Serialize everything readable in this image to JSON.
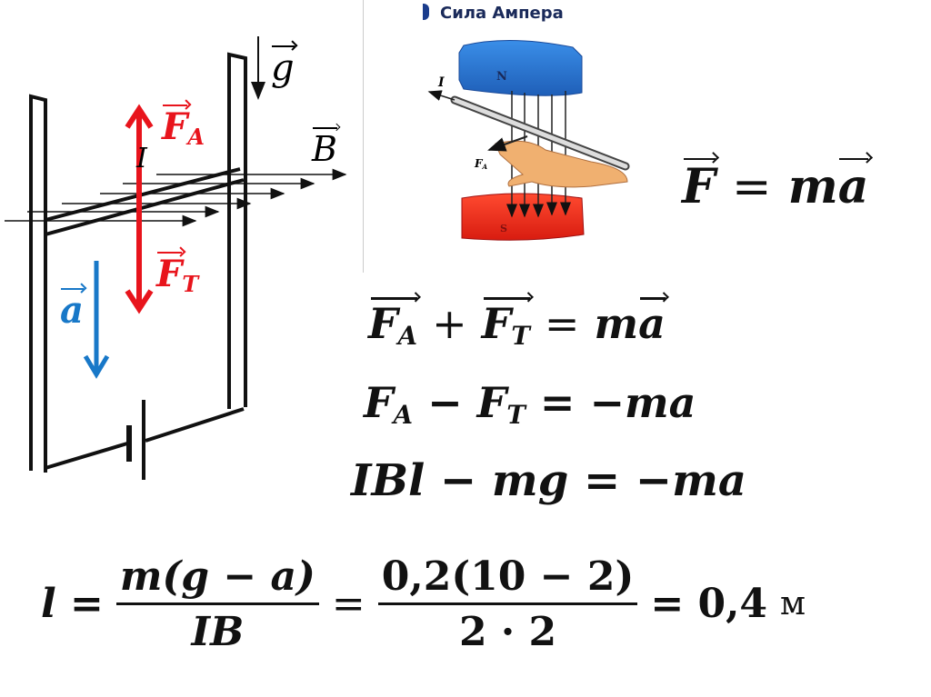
{
  "diagram": {
    "labels": {
      "g": "g",
      "B": "B",
      "I": "I",
      "FA": "F",
      "FA_sub": "A",
      "FT": "F",
      "FT_sub": "T",
      "a": "a"
    },
    "colors": {
      "force": "#e8141c",
      "accel": "#1878c8",
      "line": "#111111"
    }
  },
  "picture": {
    "title": "Сила Ампера",
    "north": "N",
    "south": "S",
    "current": "I",
    "force": "F",
    "force_sub": "A"
  },
  "equations": {
    "newton": {
      "lhs": "F",
      "eq": "=",
      "m": "m",
      "a": "a"
    },
    "vector_sum": {
      "f1": "F",
      "f1_sub": "A",
      "plus": "+",
      "f2": "F",
      "f2_sub": "T",
      "eq": "=",
      "m": "m",
      "a": "a"
    },
    "scalar": {
      "text1": "F",
      "sub1": "A",
      "mid": " − F",
      "sub2": "T",
      "rest": " = −ma"
    },
    "substituted": {
      "text": "IBl − mg = −ma"
    },
    "result": {
      "lhs": "l =",
      "num1": "m(g − a)",
      "den1": "IB",
      "eq2": "=",
      "num2": "0,2(10 − 2)",
      "den2": "2 · 2",
      "eq3": "= 0,4",
      "unit": "м"
    }
  }
}
